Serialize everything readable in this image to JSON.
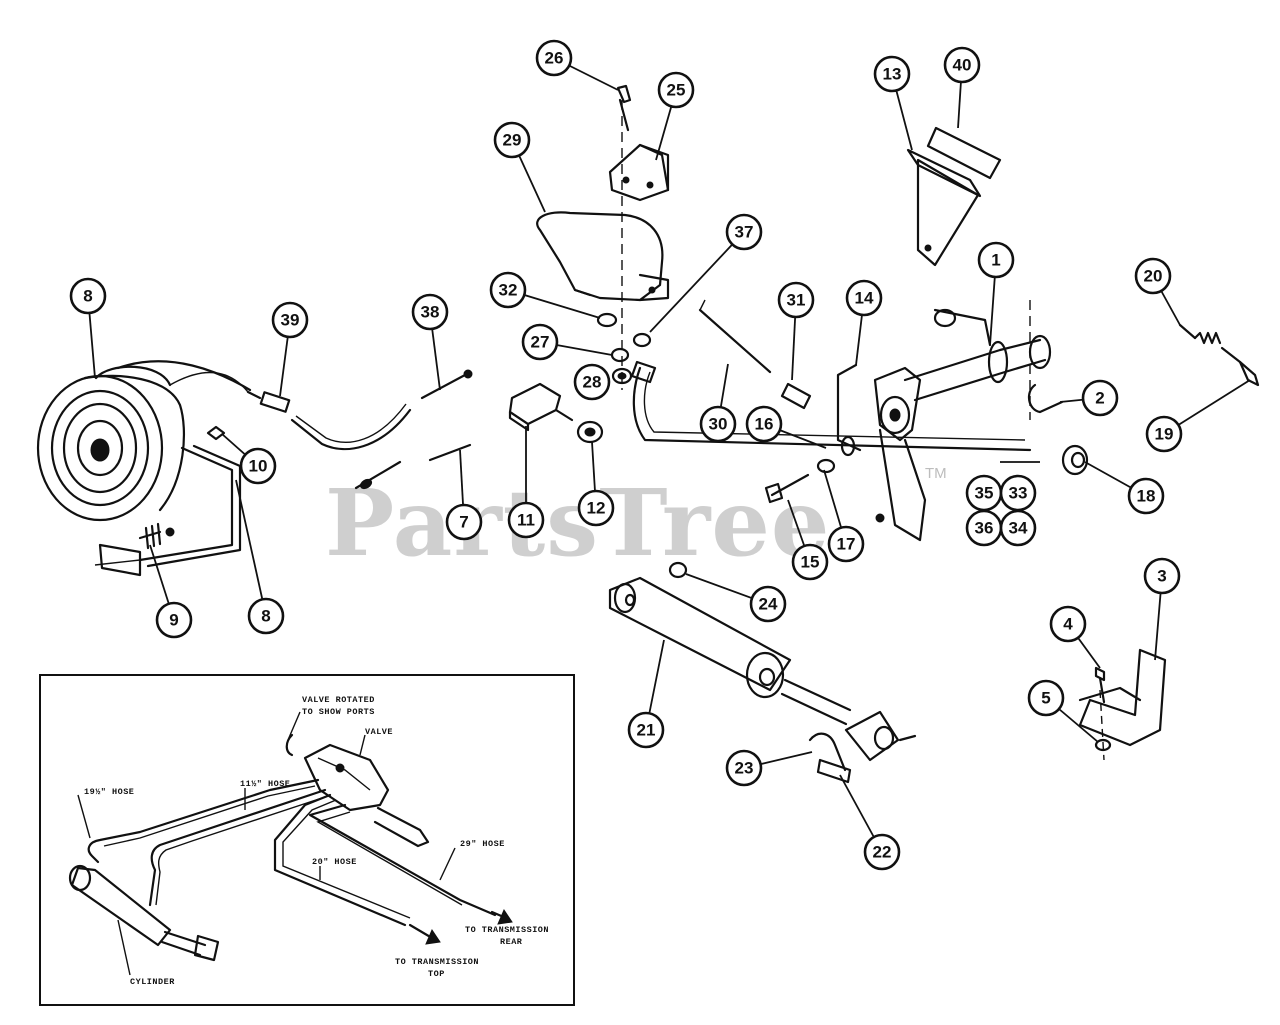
{
  "watermark": {
    "text": "PartsTree",
    "trademark": "TM"
  },
  "callouts": [
    {
      "id": "c-26",
      "label": "26"
    },
    {
      "id": "c-25",
      "label": "25"
    },
    {
      "id": "c-29",
      "label": "29"
    },
    {
      "id": "c-13",
      "label": "13"
    },
    {
      "id": "c-40",
      "label": "40"
    },
    {
      "id": "c-1",
      "label": "1"
    },
    {
      "id": "c-37",
      "label": "37"
    },
    {
      "id": "c-20",
      "label": "20"
    },
    {
      "id": "c-19",
      "label": "19"
    },
    {
      "id": "c-8a",
      "label": "8"
    },
    {
      "id": "c-39",
      "label": "39"
    },
    {
      "id": "c-38",
      "label": "38"
    },
    {
      "id": "c-32",
      "label": "32"
    },
    {
      "id": "c-27",
      "label": "27"
    },
    {
      "id": "c-28",
      "label": "28"
    },
    {
      "id": "c-31",
      "label": "31"
    },
    {
      "id": "c-14",
      "label": "14"
    },
    {
      "id": "c-2",
      "label": "2"
    },
    {
      "id": "c-30",
      "label": "30"
    },
    {
      "id": "c-16",
      "label": "16"
    },
    {
      "id": "c-10",
      "label": "10"
    },
    {
      "id": "c-18",
      "label": "18"
    },
    {
      "id": "c-35",
      "label": "35"
    },
    {
      "id": "c-33",
      "label": "33"
    },
    {
      "id": "c-36",
      "label": "36"
    },
    {
      "id": "c-34",
      "label": "34"
    },
    {
      "id": "c-7",
      "label": "7"
    },
    {
      "id": "c-11",
      "label": "11"
    },
    {
      "id": "c-12",
      "label": "12"
    },
    {
      "id": "c-17",
      "label": "17"
    },
    {
      "id": "c-15",
      "label": "15"
    },
    {
      "id": "c-3",
      "label": "3"
    },
    {
      "id": "c-24",
      "label": "24"
    },
    {
      "id": "c-9",
      "label": "9"
    },
    {
      "id": "c-8b",
      "label": "8"
    },
    {
      "id": "c-4",
      "label": "4"
    },
    {
      "id": "c-5",
      "label": "5"
    },
    {
      "id": "c-21",
      "label": "21"
    },
    {
      "id": "c-23",
      "label": "23"
    },
    {
      "id": "c-22",
      "label": "22"
    }
  ],
  "inset": {
    "labels": {
      "valve_rotated": "VALVE ROTATED",
      "to_show_ports": "TO SHOW PORTS",
      "valve": "VALVE",
      "hose_19": "19½\" HOSE",
      "hose_11": "11½\" HOSE",
      "hose_29": "29\" HOSE",
      "hose_20": "20\" HOSE",
      "to_transmission_rear_1": "TO TRANSMISSION",
      "to_transmission_rear_2": "REAR",
      "to_transmission_top_1": "TO TRANSMISSION",
      "to_transmission_top_2": "TOP",
      "cylinder": "CYLINDER"
    }
  }
}
